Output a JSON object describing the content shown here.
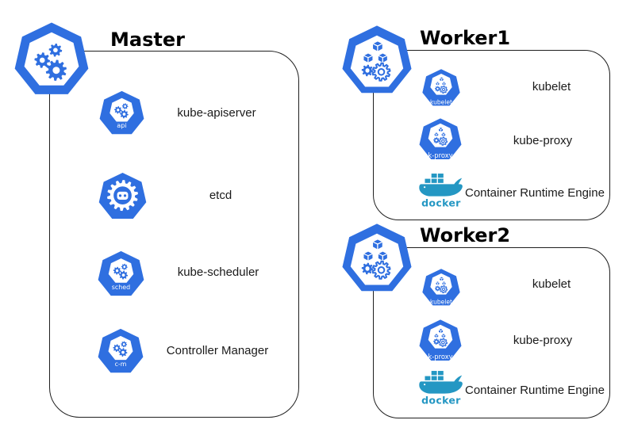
{
  "colors": {
    "kubernetes_blue": "#2F6FE0",
    "docker_teal": "#2497C3",
    "line": "#1F1F1F",
    "label_text": "#1A1A1A"
  },
  "master": {
    "title": "Master",
    "components": [
      {
        "label": "kube-apiserver",
        "icon_label": "api"
      },
      {
        "label": "etcd",
        "icon_label": ""
      },
      {
        "label": "kube-scheduler",
        "icon_label": "sched"
      },
      {
        "label": "Controller Manager",
        "icon_label": "c-m"
      }
    ]
  },
  "workers": [
    {
      "title": "Worker1",
      "components": [
        {
          "label": "kubelet",
          "icon_label": "kubelet"
        },
        {
          "label": "kube-proxy",
          "icon_label": "k-proxy"
        },
        {
          "label": "Container Runtime Engine",
          "icon_label": "docker"
        }
      ]
    },
    {
      "title": "Worker2",
      "components": [
        {
          "label": "kubelet",
          "icon_label": "kubelet"
        },
        {
          "label": "kube-proxy",
          "icon_label": "k-proxy"
        },
        {
          "label": "Container Runtime Engine",
          "icon_label": "docker"
        }
      ]
    }
  ]
}
